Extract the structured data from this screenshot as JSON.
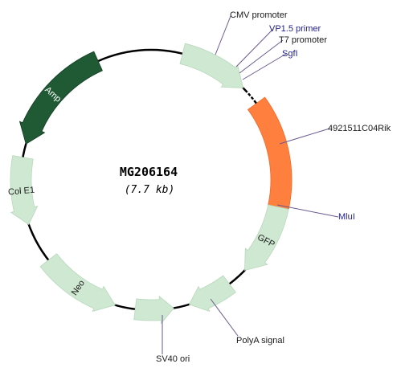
{
  "plasmid": {
    "name": "MG206164",
    "size": "(7.7 kb)"
  },
  "colors": {
    "feature_light": "#cfe8d2",
    "amp": "#1f5a34",
    "insert": "#ff7f3f",
    "backbone": "#000000",
    "callout_line": "#6a5a8e",
    "label_dark": "#1a1a1a",
    "label_blue": "#1f1f8f"
  },
  "features": [
    {
      "id": "cmv",
      "label": "CMV promoter"
    },
    {
      "id": "vp15",
      "label": "VP1.5 primer"
    },
    {
      "id": "t7",
      "label": "T7 promoter"
    },
    {
      "id": "sgfi",
      "label": "SgfI"
    },
    {
      "id": "insert",
      "label": "4921511C04Rik"
    },
    {
      "id": "mlui",
      "label": "MluI"
    },
    {
      "id": "gfp",
      "label": "GFP"
    },
    {
      "id": "polya",
      "label": "PolyA signal"
    },
    {
      "id": "sv40",
      "label": "SV40 ori"
    },
    {
      "id": "neo",
      "label": "Neo"
    },
    {
      "id": "cole1",
      "label": "Col E1"
    },
    {
      "id": "amp",
      "label": "Amp"
    }
  ]
}
